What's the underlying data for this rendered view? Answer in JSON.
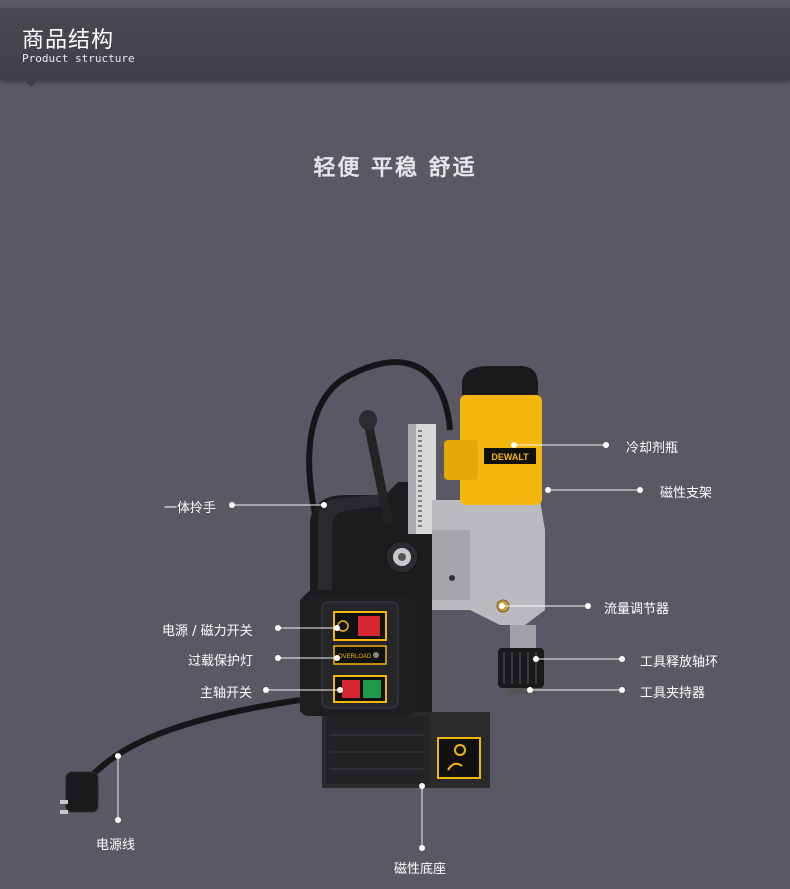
{
  "header": {
    "title": "商品结构",
    "subtitle": "Product structure"
  },
  "slogan": "轻便 平稳 舒适",
  "product": {
    "brand": "DEWALT",
    "overload_label": "OVERLOAD"
  },
  "callouts": [
    {
      "id": "coolant-bottle",
      "label": "冷却剂瓶"
    },
    {
      "id": "magnetic-bracket",
      "label": "磁性支架"
    },
    {
      "id": "handle",
      "label": "一体拎手"
    },
    {
      "id": "flow-adjuster",
      "label": "流量调节器"
    },
    {
      "id": "power-magnet-switch",
      "label": "电源 / 磁力开关"
    },
    {
      "id": "overload-lamp",
      "label": "过载保护灯"
    },
    {
      "id": "tool-release-ring",
      "label": "工具释放轴环"
    },
    {
      "id": "spindle-switch",
      "label": "主轴开关"
    },
    {
      "id": "tool-chuck",
      "label": "工具夹持器"
    },
    {
      "id": "power-cord",
      "label": "电源线"
    },
    {
      "id": "magnetic-base",
      "label": "磁性底座"
    }
  ],
  "colors": {
    "background": "#5a5865",
    "header": "#403e48",
    "dewalt_yellow": "#f2b60f",
    "body_black": "#1c1c1e",
    "motor_grey": "#bdbfc2",
    "switch_red": "#d6262f",
    "switch_green": "#1f9a4a"
  }
}
